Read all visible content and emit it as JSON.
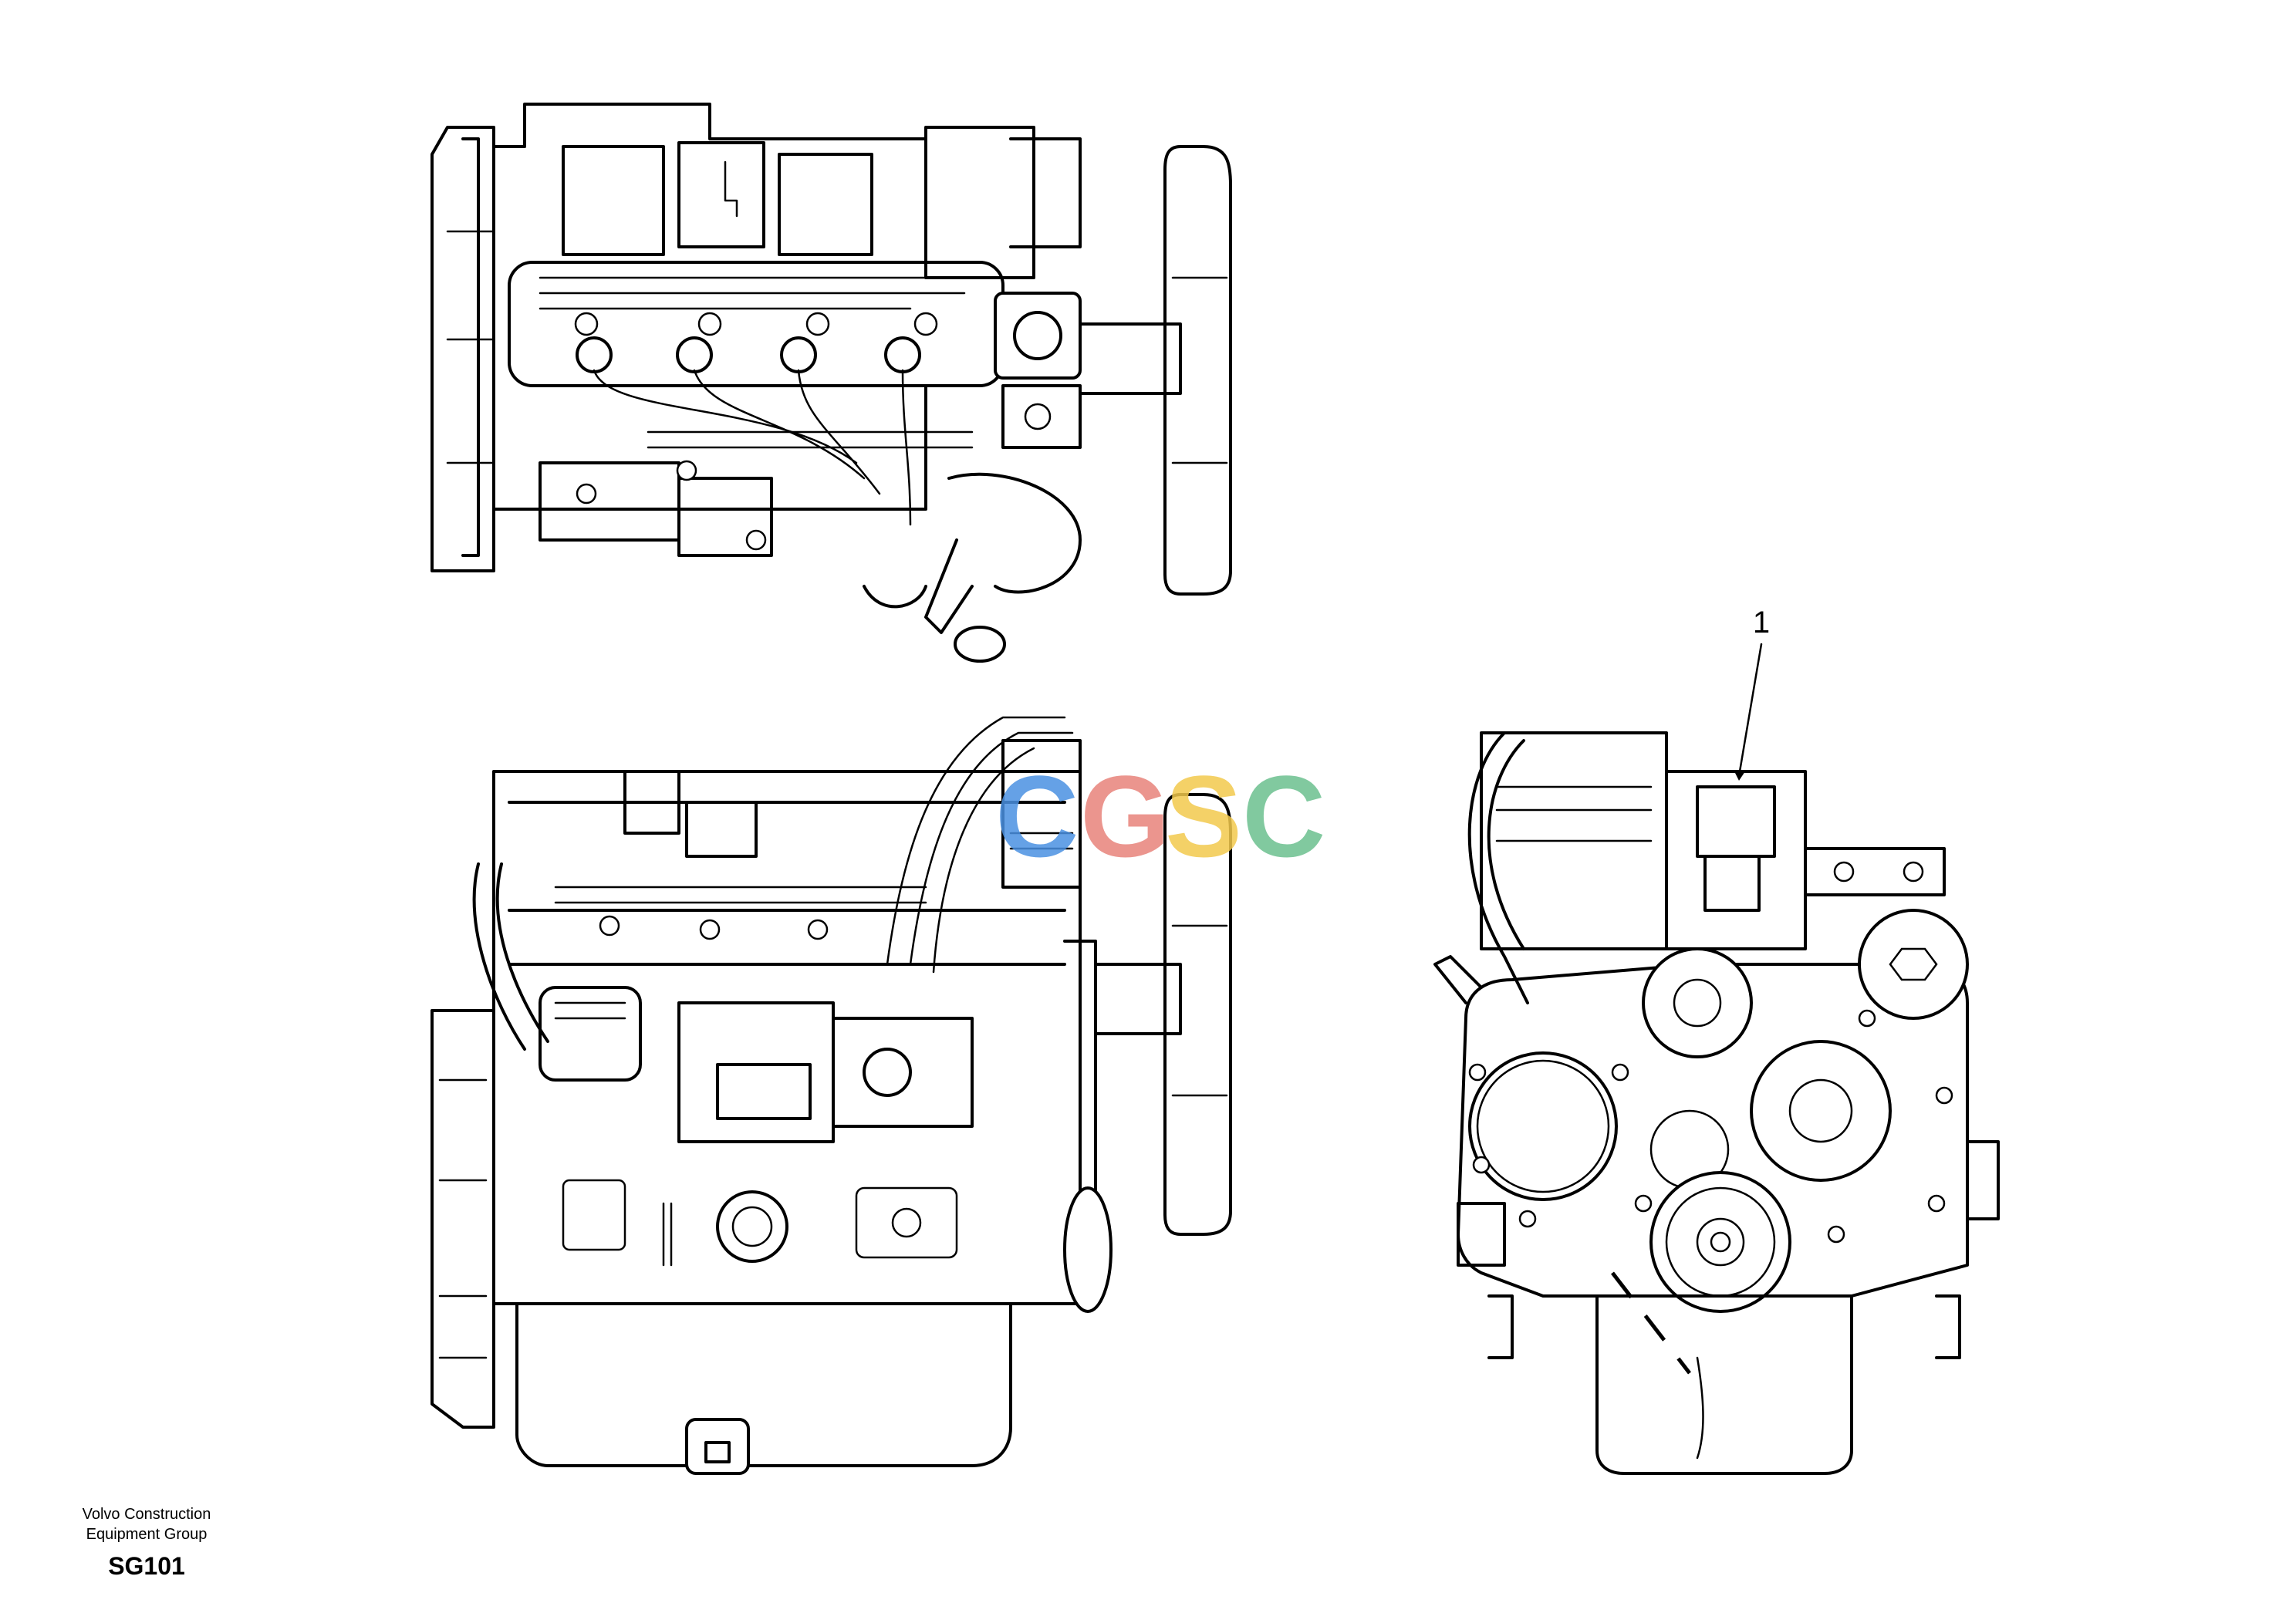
{
  "callouts": [
    {
      "label": "1"
    }
  ],
  "watermark": {
    "letters": [
      "C",
      "G",
      "S",
      "C"
    ],
    "colors": [
      "#4A90E2",
      "#E8827A",
      "#F2C94C",
      "#6BBF8E"
    ]
  },
  "footer": {
    "org_line1": "Volvo Construction",
    "org_line2": "Equipment Group",
    "drawing_code": "SG101"
  }
}
